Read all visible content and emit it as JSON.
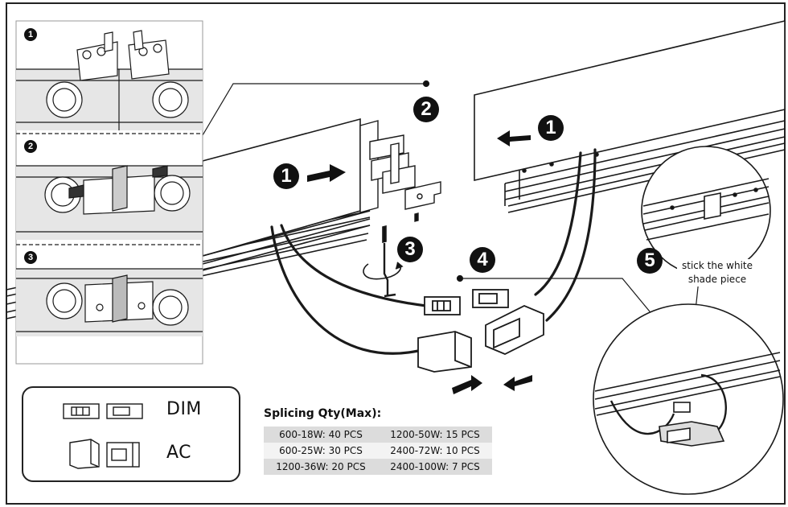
{
  "steps": {
    "inset_1": "1",
    "inset_2": "2",
    "inset_3": "3",
    "push_left_panel": "1",
    "push_right_panel": "1",
    "bracket": "2",
    "screw": "3",
    "connectors": "4",
    "shade": "5"
  },
  "callout": {
    "line1": "stick the white",
    "line2": "shade piece"
  },
  "legend": {
    "dim_label": "DIM",
    "ac_label": "AC"
  },
  "splicing": {
    "title": "Splicing Qty(Max):",
    "rows": [
      [
        "600-18W:  40 PCS",
        "1200-50W: 15 PCS"
      ],
      [
        "600-25W:  30 PCS",
        "2400-72W: 10 PCS"
      ],
      [
        "1200-36W: 20 PCS",
        "2400-100W: 7 PCS"
      ]
    ]
  },
  "colors": {
    "line": "#1a1a1a",
    "inset_fill": "#e6e6e6",
    "table_shade": "#dcdcdc",
    "badge": "#111111"
  }
}
